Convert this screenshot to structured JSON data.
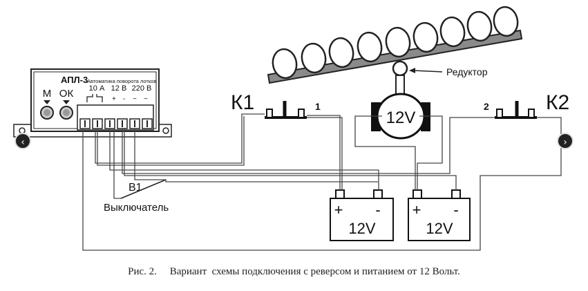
{
  "controller": {
    "name": "АПЛ-3",
    "subtitle": "Автоматика поворота лотков",
    "button_m": "М",
    "button_ok": "ОК",
    "terminal_10a": "10 А",
    "terminal_12v": "12 В",
    "terminal_220v": "220 В",
    "terminal_signs": "+",
    "terminal_ac": "~",
    "terminal_minus": "-"
  },
  "labels": {
    "k1": "К1",
    "k2": "К2",
    "k1_pin": "1",
    "k2_pin": "2",
    "reducer": "Редуктор",
    "motor": "12V",
    "switch_id": "В1",
    "switch_name": "Выключатель"
  },
  "batteries": [
    {
      "plus": "+",
      "minus": "-",
      "voltage": "12V"
    },
    {
      "plus": "+",
      "minus": "-",
      "voltage": "12V"
    }
  ],
  "caption": {
    "prefix": "Рис. 2.",
    "text": "Вариант  схемы подключения с реверсом и питанием от 12 Вольт."
  },
  "nav": {
    "prev": "‹",
    "next": "›"
  }
}
